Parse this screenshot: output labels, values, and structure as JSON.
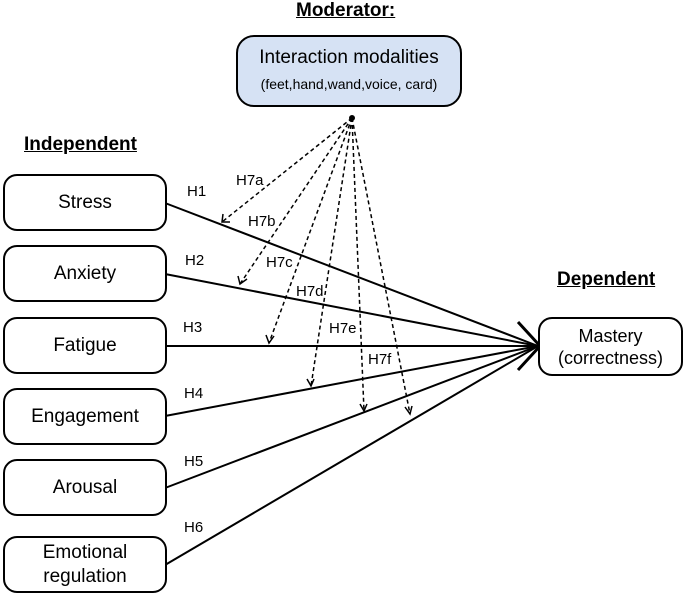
{
  "headings": {
    "moderator": "Moderator:",
    "independent": "Independent",
    "dependent": "Dependent"
  },
  "moderator": {
    "title": "Interaction modalities",
    "subtitle": "(feet,hand,wand,voice, card)"
  },
  "independent_vars": [
    "Stress",
    "Anxiety",
    "Fatigue",
    "Engagement",
    "Arousal",
    "Emotional regulation"
  ],
  "dependent": {
    "line1": "Mastery",
    "line2": "(correctness)"
  },
  "hypotheses": {
    "direct": [
      "H1",
      "H2",
      "H3",
      "H4",
      "H5",
      "H6"
    ],
    "moderation": [
      "H7a",
      "H7b",
      "H7c",
      "H7d",
      "H7e",
      "H7f"
    ]
  },
  "colors": {
    "moderator_fill": "#d6e2f4",
    "stroke": "#000000"
  }
}
